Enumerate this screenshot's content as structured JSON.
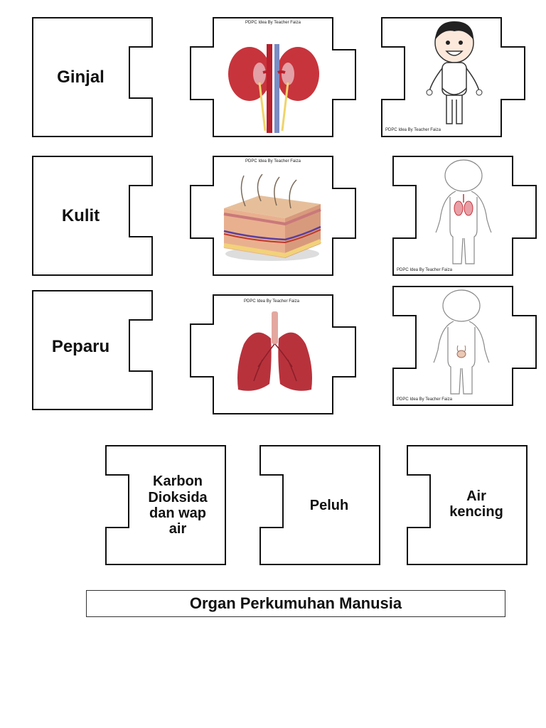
{
  "organs": [
    "Ginjal",
    "Kulit",
    "Peparu"
  ],
  "credit": "PDPC Idea By Teacher Faiza",
  "images": [
    "kidney",
    "skin",
    "lungs",
    "boy",
    "body-lungs",
    "body-bladder"
  ],
  "products": [
    "Karbon Dioksida dan wap air",
    "Peluh",
    "Air kencing"
  ],
  "title": "Organ Perkumuhan Manusia",
  "colors": {
    "outline": "#111111",
    "organ_red": "#c8343c",
    "skin_tone": "#e9b08f"
  }
}
